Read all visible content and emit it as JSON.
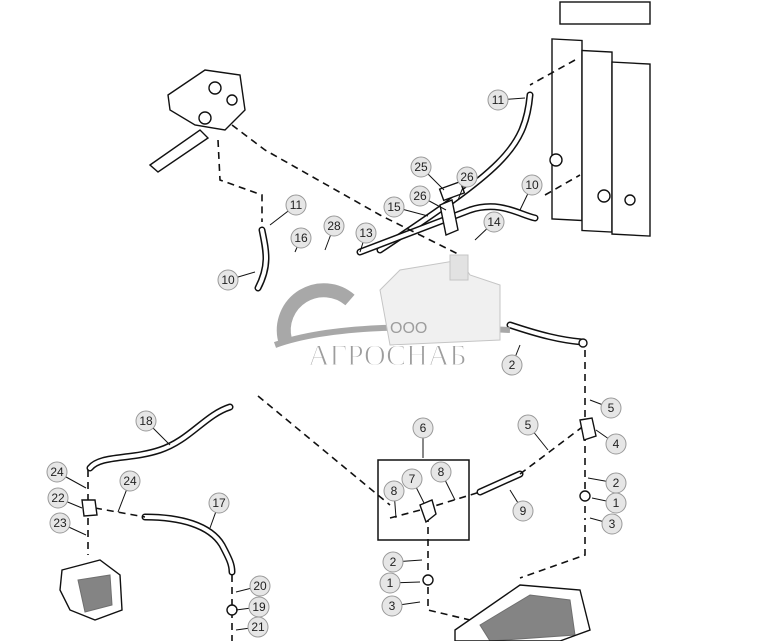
{
  "diagram": {
    "callouts": [
      "11",
      "25",
      "26",
      "26",
      "15",
      "10",
      "14",
      "11",
      "28",
      "16",
      "13",
      "10",
      "2",
      "18",
      "6",
      "5",
      "5",
      "4",
      "24",
      "24",
      "22",
      "17",
      "7",
      "8",
      "8",
      "9",
      "2",
      "1",
      "3",
      "23",
      "2",
      "1",
      "3",
      "20",
      "19",
      "21"
    ],
    "watermark": {
      "prefix": "ООО",
      "name": "АГРОСНАБ"
    },
    "colors": {
      "line": "#111111",
      "callout_fill": "#e6e6e6",
      "watermark": "#8d8d8d"
    }
  }
}
